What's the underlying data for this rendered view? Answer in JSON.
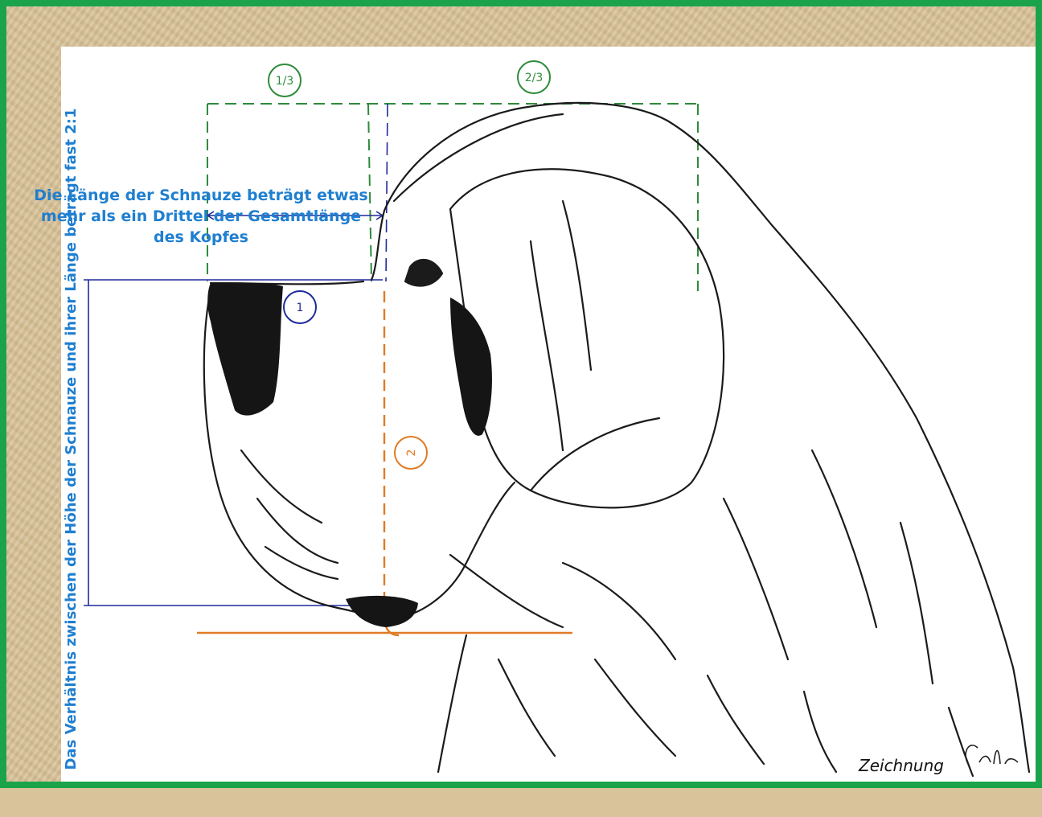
{
  "labels": {
    "fraction_left": "1/3",
    "fraction_right": "2/3",
    "marker_1": "1",
    "marker_2": "2",
    "muzzle_length_note": "Die Länge der Schnauze beträgt etwas mehr als ein Drittel der Gesamtlänge des Kopfes",
    "height_ratio_note": "Das Verhältnis zwischen der Höhe der Schnauze und ihrer Länge beträgt fast 2:1",
    "caption": "Zeichnung"
  },
  "colors": {
    "frame_green": "#1aa34a",
    "guide_green": "#2e8b3a",
    "guide_blue": "#1e2b9a",
    "guide_orange": "#e07b25",
    "text_blue": "#1f7fd0",
    "parchment": "#d8c197"
  }
}
